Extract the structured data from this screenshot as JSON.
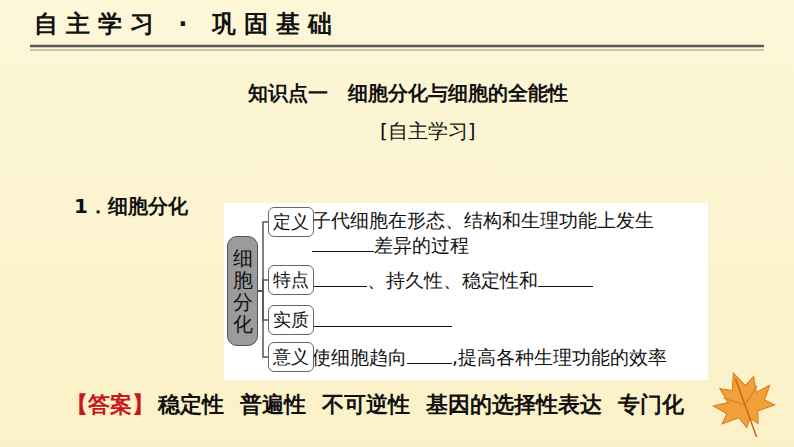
{
  "diagram": {
    "title": "知识点一　细胞分化与细胞的全能性",
    "nodes": [
      {
        "text": [
          "细胞分化"
        ]
      },
      {
        "text": [
          "定义"
        ]
      },
      {
        "text": [
          "特点"
        ]
      },
      {
        "text": [
          "实质"
        ]
      },
      {
        "text": [
          "意义"
        ]
      }
    ],
    "edges": [
      {
        "from": 0,
        "to": 1,
        "arrow": "none"
      },
      {
        "from": 0,
        "to": 2,
        "arrow": "none"
      },
      {
        "from": 0,
        "to": 3,
        "arrow": "none"
      },
      {
        "from": 0,
        "to": 4,
        "arrow": "none"
      }
    ],
    "labels": [
      "自主学习 · 巩固基础",
      "[自主学习]",
      "1．细胞分化",
      "子代细胞在形态、结构和生理功能上发生",
      "差异的过程",
      "、持久性、稳定性和",
      "使细胞趋向",
      ",提高各种生理功能的效率",
      "【答案】",
      "稳定性",
      "普遍性",
      "不可逆性",
      "基因的选择性表达",
      "专门化"
    ]
  }
}
